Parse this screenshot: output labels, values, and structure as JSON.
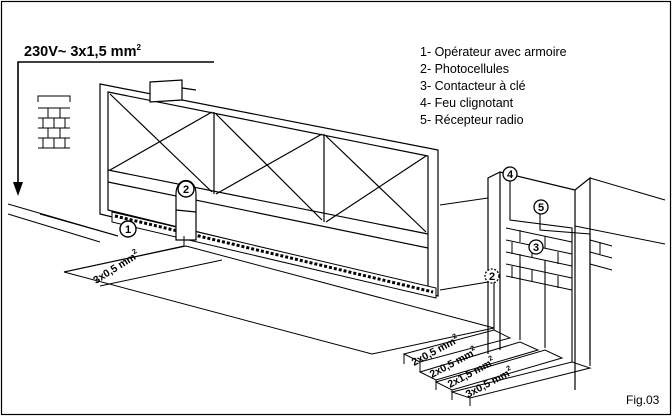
{
  "supply": {
    "label": "230V~ 3x1,5 mm",
    "sup": "2"
  },
  "legend": [
    {
      "num": "1",
      "text": "1- Opérateur avec armoire"
    },
    {
      "num": "2",
      "text": "2- Photocellules"
    },
    {
      "num": "3",
      "text": "3- Contacteur à clé"
    },
    {
      "num": "4",
      "text": "4- Feu clignotant"
    },
    {
      "num": "5",
      "text": "5- Récepteur radio"
    }
  ],
  "markers": [
    {
      "id": "m1",
      "num": "1"
    },
    {
      "id": "m2a",
      "num": "2"
    },
    {
      "id": "m2b",
      "num": "2"
    },
    {
      "id": "m3",
      "num": "3"
    },
    {
      "id": "m4",
      "num": "4"
    },
    {
      "id": "m5",
      "num": "5"
    }
  ],
  "cables": [
    {
      "id": "c_left",
      "label": "3x0,5 mm",
      "sup": "2"
    },
    {
      "id": "c_a",
      "label": "2x0,5 mm",
      "sup": "2"
    },
    {
      "id": "c_b",
      "label": "2x0,5 mm",
      "sup": "2"
    },
    {
      "id": "c_c",
      "label": "2x1,5 mm",
      "sup": "2"
    },
    {
      "id": "c_d",
      "label": "3x0,5 mm",
      "sup": "2"
    }
  ],
  "figure_label": "Fig.03"
}
